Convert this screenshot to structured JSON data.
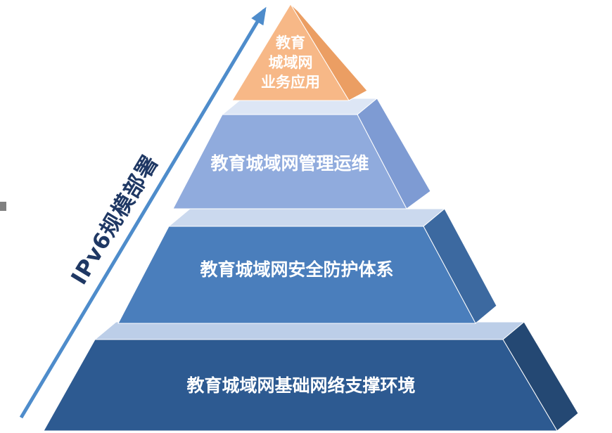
{
  "arrow": {
    "label": "IPv6规模部署",
    "color": "#4e8ccb",
    "label_color": "#1f3864"
  },
  "decor": {
    "edge_mark_color": "#808080"
  },
  "pyramid": {
    "layers": [
      {
        "label": "教育城域网业务应用",
        "lines": [
          "教育",
          "城域网",
          "业务应用"
        ],
        "front_color": "#f7b887",
        "side_color": "#eb9e63",
        "text_color": "#ffffff"
      },
      {
        "label": "教育城域网管理运维",
        "front_color": "#90abdd",
        "side_color": "#7e9bd3",
        "top_color": "#dde6f5",
        "text_color": "#ffffff"
      },
      {
        "label": "教育城域网安全防护体系",
        "front_color": "#4a7ebc",
        "side_color": "#3c69a0",
        "top_color": "#cbd9ee",
        "text_color": "#ffffff"
      },
      {
        "label": "教育城域网基础网络支撑环境",
        "front_color": "#2d5a91",
        "side_color": "#244873",
        "top_color": "#bccee8",
        "text_color": "#ffffff"
      }
    ]
  }
}
